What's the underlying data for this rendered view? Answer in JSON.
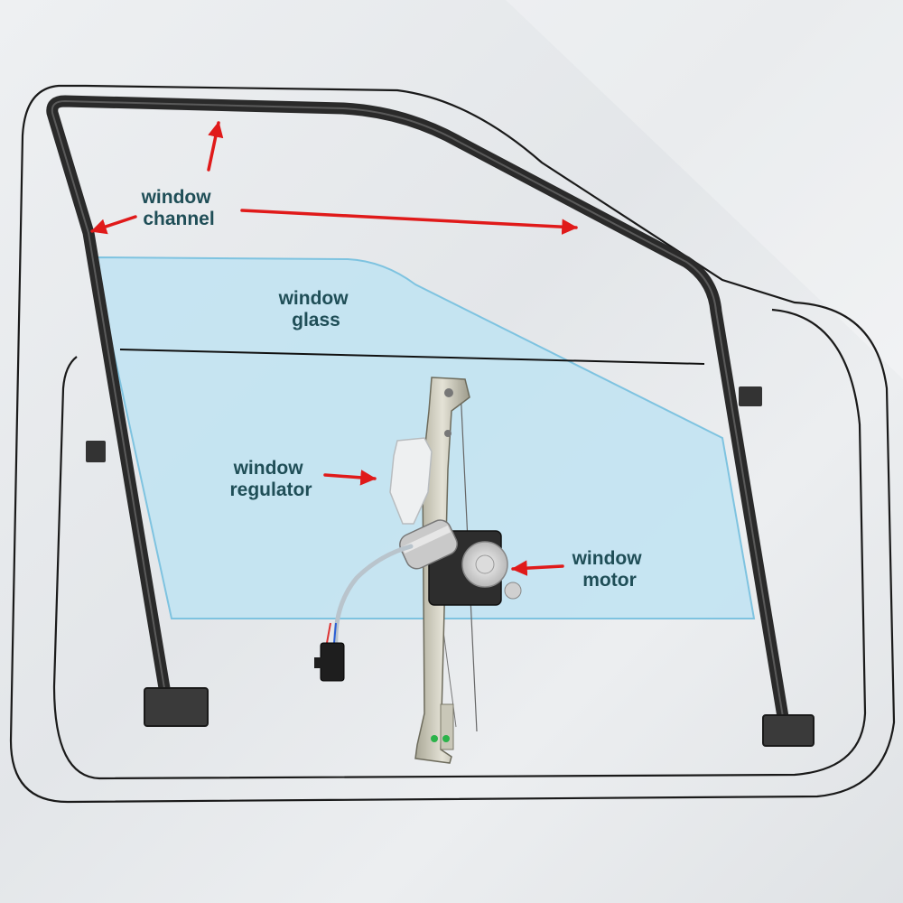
{
  "labels": {
    "window_channel": [
      "window",
      "channel"
    ],
    "window_glass": [
      "window",
      "glass"
    ],
    "window_regulator": [
      "window",
      "regulator"
    ],
    "window_motor": [
      "window",
      "motor"
    ]
  },
  "colors": {
    "label_text": "#1f4e57",
    "arrow": "#e01a1a",
    "glass_fill": "#bfe3f2",
    "glass_edge": "#7ec3e0",
    "channel": "#2a2a2a",
    "background": "#e6e8ea"
  }
}
